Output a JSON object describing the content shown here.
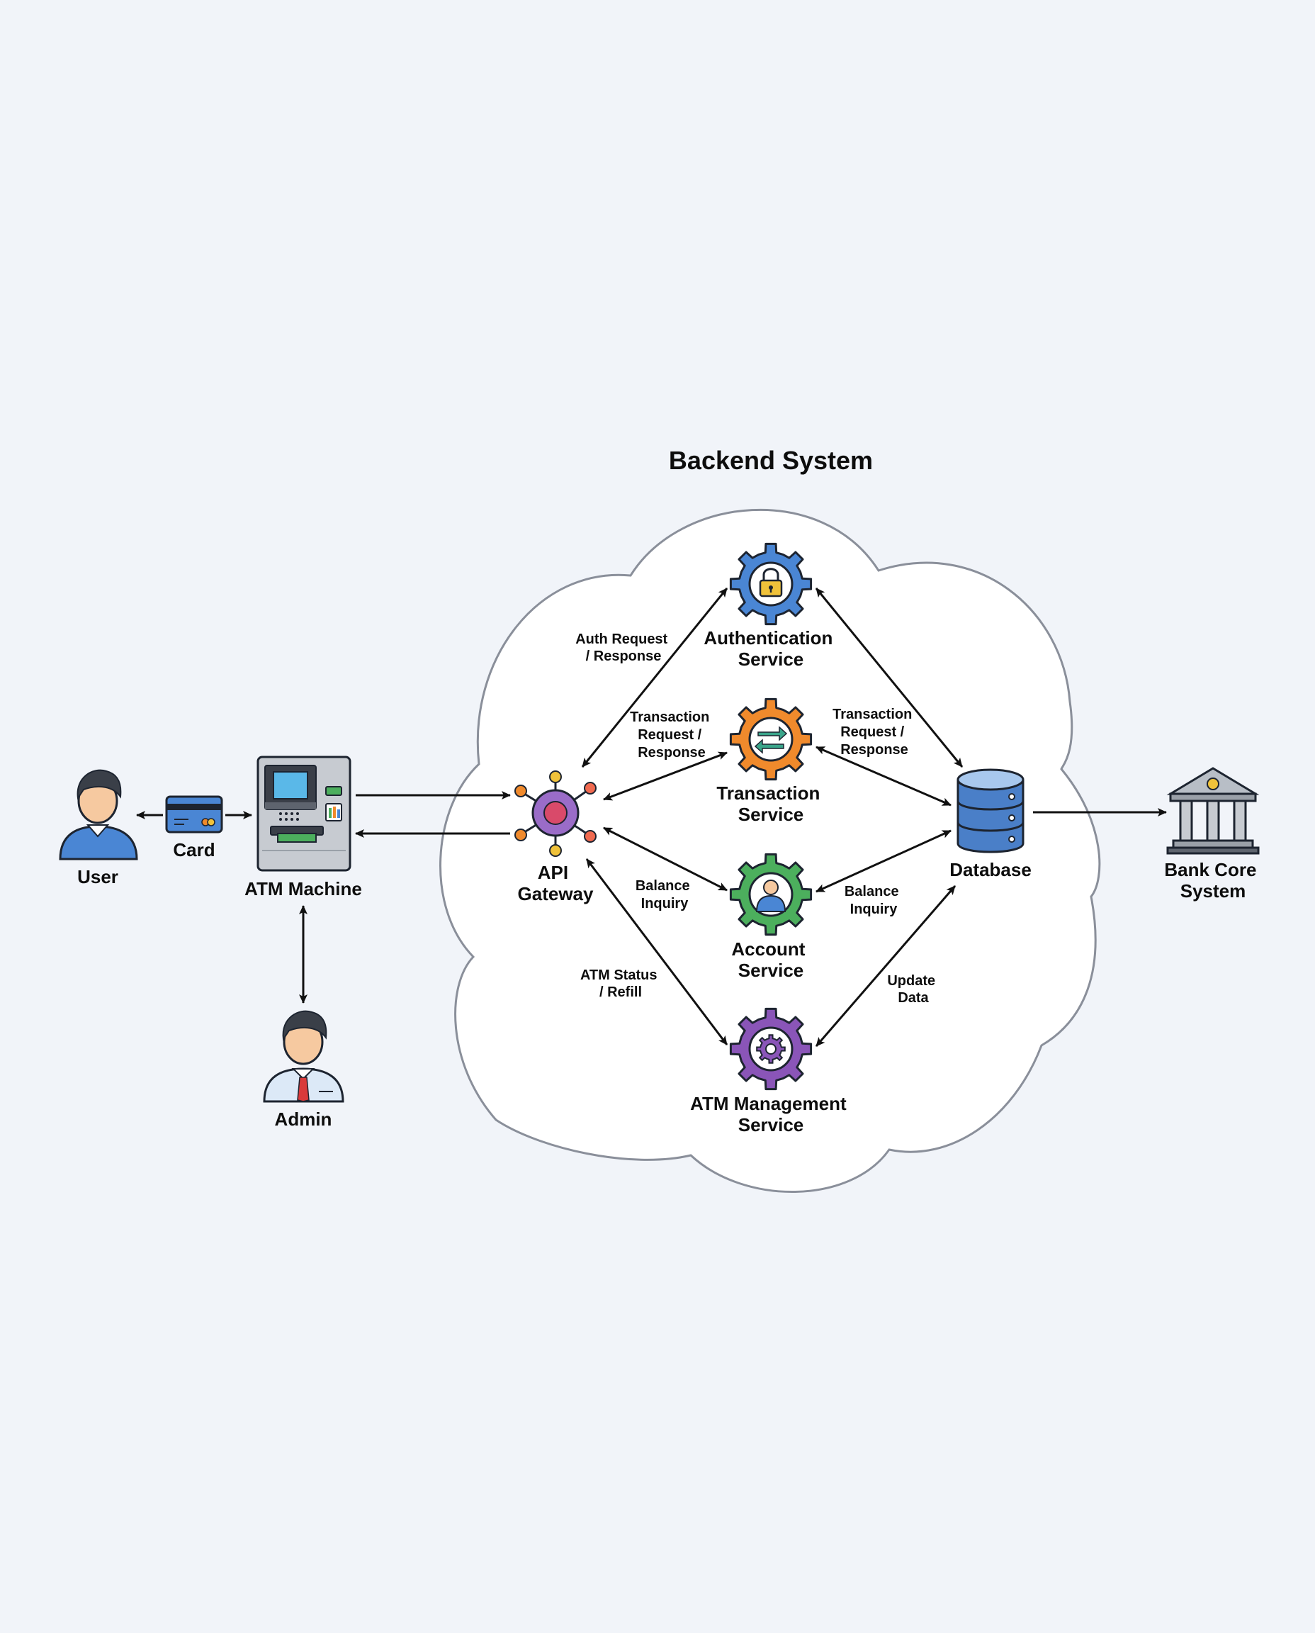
{
  "title": "Backend System",
  "nodes": {
    "user": {
      "label": "User"
    },
    "card": {
      "label": "Card"
    },
    "atm_machine": {
      "label": "ATM Machine"
    },
    "admin": {
      "label": "Admin"
    },
    "api_gateway": {
      "label_lines": [
        "API",
        "Gateway"
      ]
    },
    "auth_service": {
      "label_lines": [
        "Authentication",
        "Service"
      ]
    },
    "transaction_service": {
      "label_lines": [
        "Transaction",
        "Service"
      ]
    },
    "account_service": {
      "label_lines": [
        "Account",
        "Service"
      ]
    },
    "atm_mgmt_service": {
      "label_lines": [
        "ATM Management",
        "Service"
      ]
    },
    "database": {
      "label": "Database"
    },
    "bank_core": {
      "label_lines": [
        "Bank Core",
        "System"
      ]
    }
  },
  "edges": {
    "auth_gw": {
      "label_lines": [
        "Auth Request",
        "/ Response"
      ]
    },
    "txn_gw": {
      "label_lines": [
        "Transaction",
        "Request /",
        "Response"
      ]
    },
    "txn_db": {
      "label_lines": [
        "Transaction",
        "Request /",
        "Response"
      ]
    },
    "bal_gw": {
      "label_lines": [
        "Balance",
        "Inquiry"
      ]
    },
    "bal_db": {
      "label_lines": [
        "Balance",
        "Inquiry"
      ]
    },
    "atm_gw": {
      "label_lines": [
        "ATM Status",
        "/ Refill"
      ]
    },
    "upd_db": {
      "label_lines": [
        "Update",
        "Data"
      ]
    }
  },
  "colors": {
    "auth_gear": "#4a86d4",
    "transaction_gear": "#f08a2c",
    "account_gear": "#4caf5d",
    "atm_mgmt_gear": "#8a55b8",
    "database": "#4a7fc8",
    "cloud_stroke": "#8a8f9a"
  }
}
